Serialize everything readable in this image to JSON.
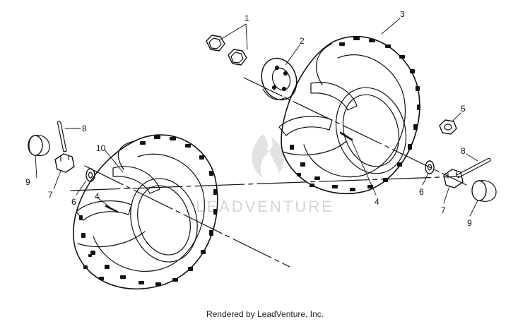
{
  "watermark": {
    "text": "LEADVENTURE",
    "color": "#cfcfcf"
  },
  "footer": {
    "text": "Rendered by LeadVenture, Inc."
  },
  "callouts": {
    "c1": "1",
    "c2": "2",
    "c3": "3",
    "c4a": "4",
    "c4b": "4",
    "c5": "5",
    "c6a": "6",
    "c6b": "6",
    "c7a": "7",
    "c7b": "7",
    "c8a": "8",
    "c8b": "8",
    "c9a": "9",
    "c9b": "9",
    "c10": "10"
  },
  "colors": {
    "line": "#111111",
    "paper": "#ffffff"
  }
}
